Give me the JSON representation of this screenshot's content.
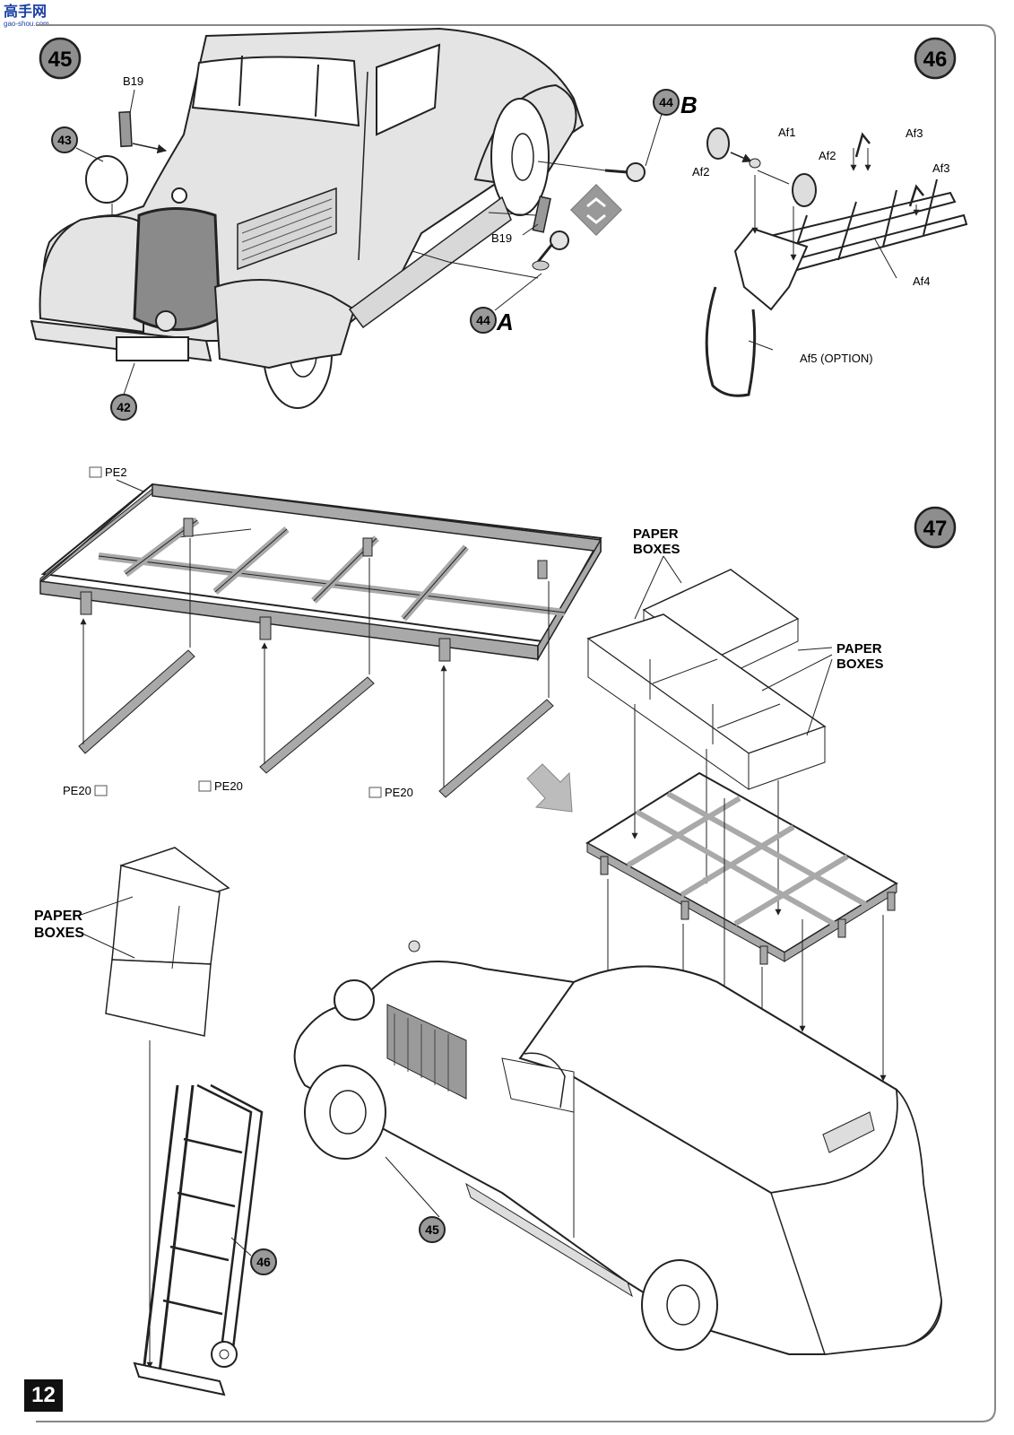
{
  "watermark": {
    "site_label": "高手网",
    "site_url": "gao-shou.com"
  },
  "steps": [
    {
      "number": "45"
    },
    {
      "number": "46"
    },
    {
      "number": "47"
    }
  ],
  "step45": {
    "part_B19_top": "B19",
    "part_B19_bottom": "B19",
    "callout_43": "43",
    "callout_42": "42",
    "callout_44a_num": "44",
    "callout_44a_letter": "A",
    "callout_44b_num": "44",
    "callout_44b_letter": "B"
  },
  "step46": {
    "part_Af1": "Af1",
    "part_Af2_left": "Af2",
    "part_Af2_right": "Af2",
    "part_Af3_top": "Af3",
    "part_Af3_right": "Af3",
    "part_Af4": "Af4",
    "part_Af5": "Af5 (OPTION)"
  },
  "step47": {
    "part_PE2": "PE2",
    "part_PE20_left": "PE20",
    "part_PE20_mid": "PE20",
    "part_PE20_right": "PE20",
    "paper_boxes_top_1": "PAPER",
    "paper_boxes_top_2": "BOXES",
    "paper_boxes_right_1": "PAPER",
    "paper_boxes_right_2": "BOXES",
    "paper_boxes_left_1": "PAPER",
    "paper_boxes_left_2": "BOXES",
    "callout_45": "45",
    "callout_46": "46"
  },
  "page": {
    "number": "12"
  },
  "colors": {
    "body_gray": "#e4e4e4",
    "grille_gray": "#8a8a8a",
    "frame_gray": "#a9a9a9",
    "callout_gray": "#9a9a9a",
    "step_gray": "#8e8e8e",
    "line": "#222222"
  }
}
